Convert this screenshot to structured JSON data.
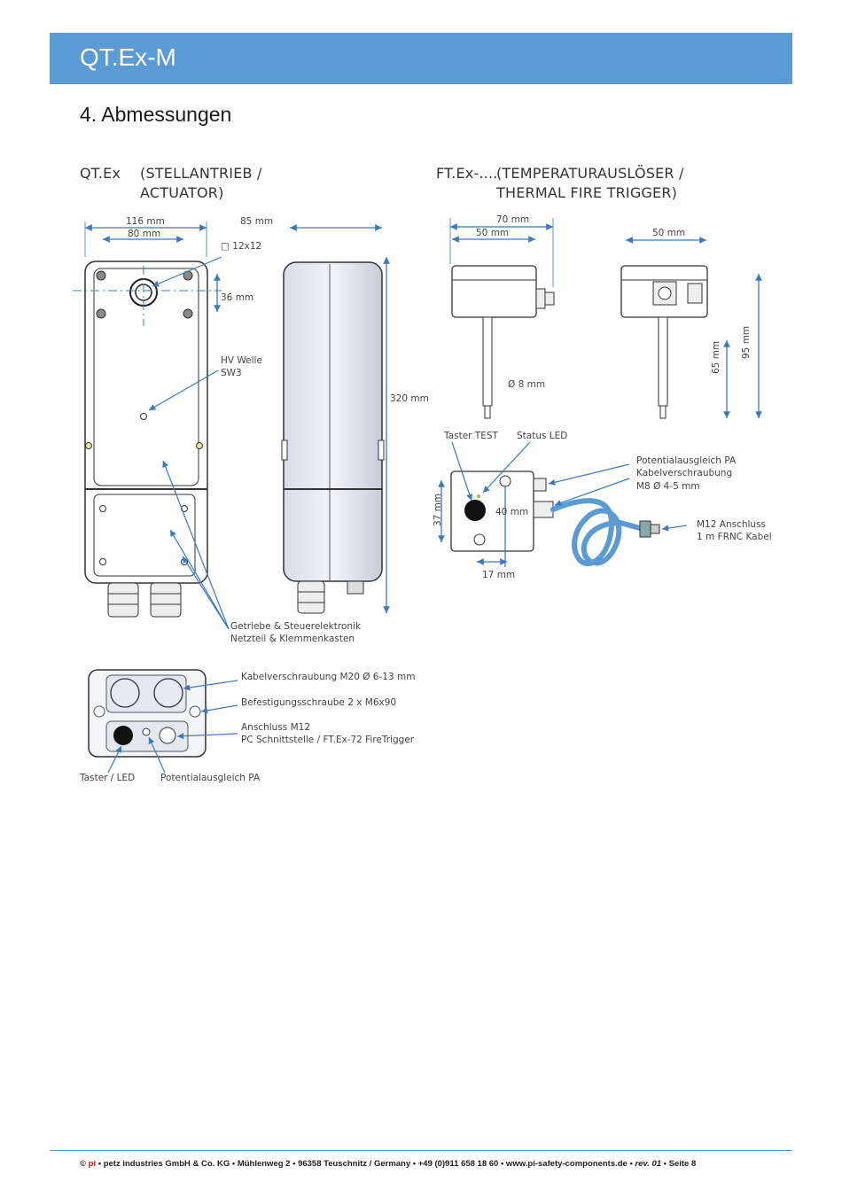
{
  "header": {
    "title": "QT.Ex-M"
  },
  "section": {
    "heading": "4. Abmessungen"
  },
  "left_product": {
    "code": "QT.Ex",
    "name_line1": "(STELLANTRIEB /",
    "name_line2": "ACTUATOR)"
  },
  "right_product": {
    "code": "FT.Ex-....",
    "name_line1": "(TEMPERATURAUSLÖSER /",
    "name_line2": "THERMAL FIRE TRIGGER)"
  },
  "actuator_labels": {
    "dim_116": "116 mm",
    "dim_80": "80 mm",
    "dim_85": "85 mm",
    "dim_12x12": "12x12",
    "dim_36": "36 mm",
    "hv_welle": "HV Welle",
    "sw3": "SW3",
    "dim_320": "320 mm",
    "getriebe": "Getriebe & Steuerelektronik",
    "netzteil": "Netzteil & Klemmenkasten"
  },
  "bottom_labels": {
    "kabelverschraubung": "Kabelverschraubung M20 Ø 6-13 mm",
    "befestigung": "Befestigungsschraube 2 x M6x90",
    "anschluss": "Anschluss M12",
    "pc_schnittstelle": "PC Schnittstelle / FT.Ex-72 FireTrigger",
    "taster_led": "Taster / LED",
    "potentialausgleich": "Potentialausgleich PA"
  },
  "trigger_labels": {
    "dim_70": "70 mm",
    "dim_50a": "50 mm",
    "dim_50b": "50 mm",
    "dim_d8": "Ø 8 mm",
    "dim_65": "65 mm",
    "dim_95": "95 mm",
    "taster_test": "Taster TEST",
    "status_led": "Status LED",
    "pa_line1": "Potentialausgleich PA",
    "pa_line2": "Kabelverschraubung",
    "pa_line3": "M8 Ø 4-5 mm",
    "dim_37": "37 mm",
    "dim_40": "40 mm",
    "dim_17": "17 mm",
    "m12_line1": "M12 Anschluss",
    "m12_line2": "1 m FRNC Kabel"
  },
  "footer": {
    "copyright": "©",
    "pi": "pi",
    "company": "• petz industries GmbH & Co. KG • Mühlenweg 2 • 96358 Teuschnitz / Germany • +49 (0)911 658 18 60 • www.pi-safety-components.de •",
    "rev": "rev. 01",
    "page": "• Seite 8"
  },
  "colors": {
    "accent": "#5b9bd5",
    "line": "#2b6cb3"
  }
}
